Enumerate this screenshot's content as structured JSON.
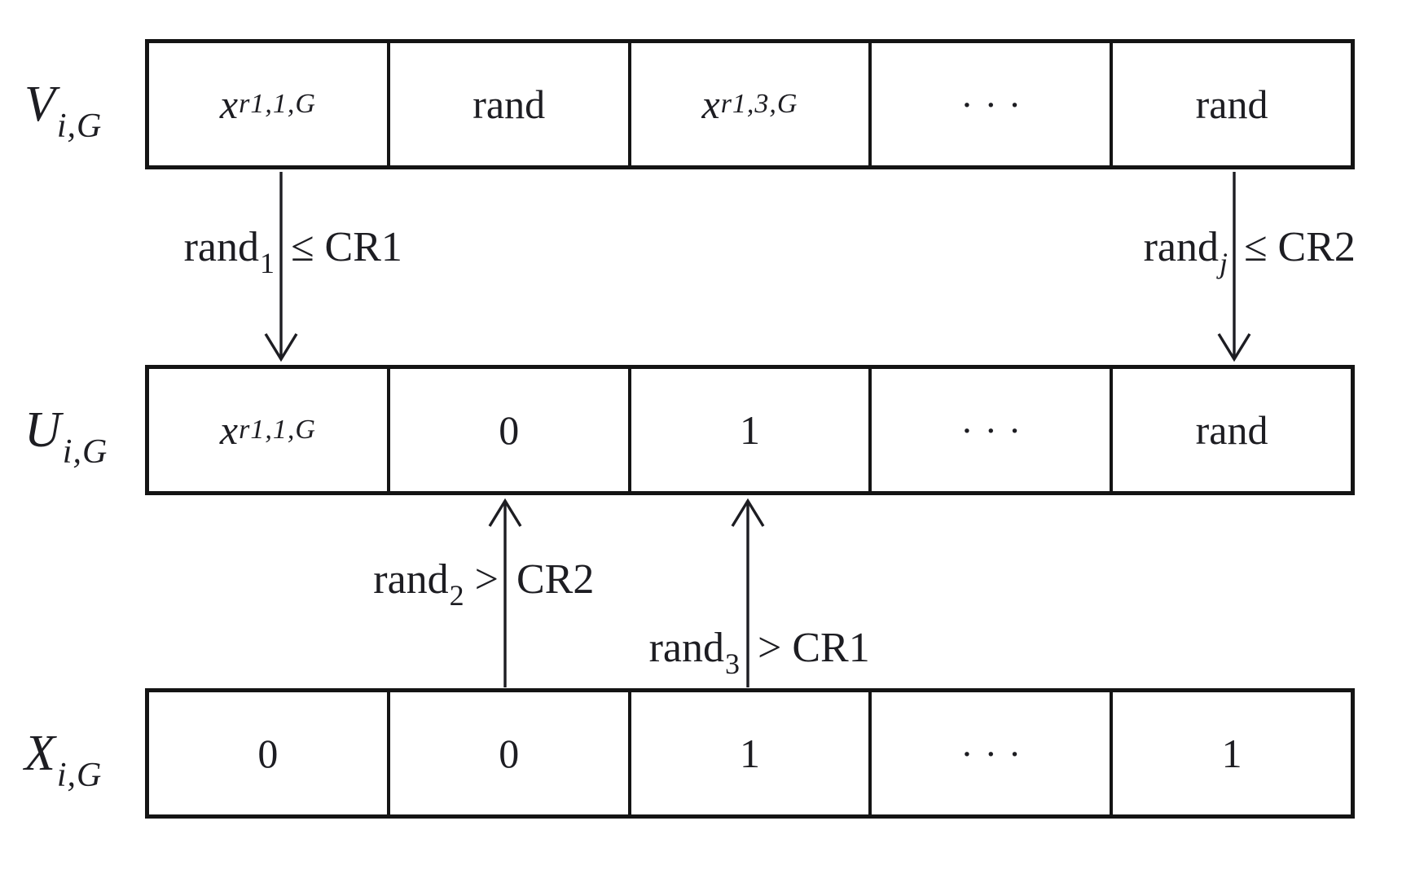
{
  "diagram": {
    "title_semantics": "crossover of vectors in differential evolution",
    "colors": {
      "ink": "#1d1d22",
      "border": "#141414",
      "background": "#ffffff"
    },
    "rows": [
      {
        "id": "v",
        "label": {
          "base": "V",
          "sub": "i,G"
        },
        "cells": [
          {
            "kind": "math",
            "base": "x",
            "sub": "r1,1,G"
          },
          {
            "kind": "text",
            "value": "rand"
          },
          {
            "kind": "math",
            "base": "x",
            "sub": "r1,3,G"
          },
          {
            "kind": "dots",
            "value": "···"
          },
          {
            "kind": "text",
            "value": "rand"
          }
        ]
      },
      {
        "id": "u",
        "label": {
          "base": "U",
          "sub": "i,G"
        },
        "cells": [
          {
            "kind": "math",
            "base": "x",
            "sub": "r1,1,G"
          },
          {
            "kind": "text",
            "value": "0"
          },
          {
            "kind": "text",
            "value": "1"
          },
          {
            "kind": "dots",
            "value": "···"
          },
          {
            "kind": "text",
            "value": "rand"
          }
        ]
      },
      {
        "id": "x",
        "label": {
          "base": "X",
          "sub": "i,G"
        },
        "cells": [
          {
            "kind": "text",
            "value": "0"
          },
          {
            "kind": "text",
            "value": "0"
          },
          {
            "kind": "text",
            "value": "1"
          },
          {
            "kind": "dots",
            "value": "···"
          },
          {
            "kind": "text",
            "value": "1"
          }
        ]
      }
    ],
    "arrows": [
      {
        "id": "rand1",
        "direction": "down",
        "pre": "rand",
        "sub": "1",
        "mid": "",
        "post": "≤ CR1"
      },
      {
        "id": "randj",
        "direction": "down",
        "pre": "rand",
        "sub": "j",
        "mid": "",
        "post": "≤ CR2"
      },
      {
        "id": "rand2",
        "direction": "up",
        "pre": "rand",
        "sub": "2",
        "mid": " >",
        "post": "CR2"
      },
      {
        "id": "rand3",
        "direction": "up",
        "pre": "rand",
        "sub": "3",
        "mid": "",
        "post": "> CR1"
      }
    ]
  }
}
